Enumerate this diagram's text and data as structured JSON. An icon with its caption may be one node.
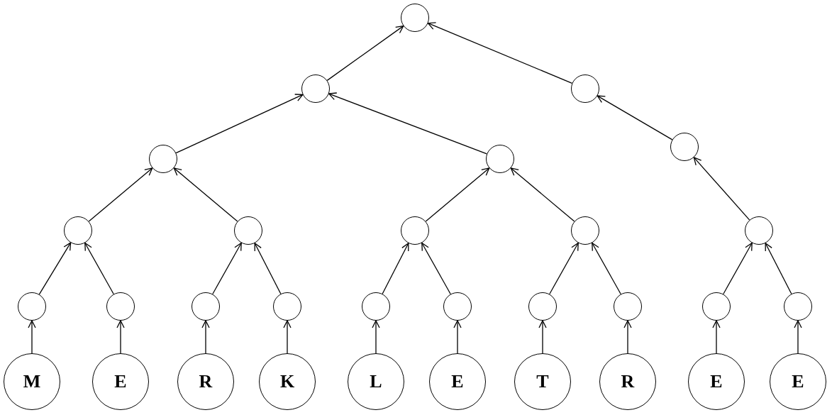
{
  "diagram": {
    "nodes": [
      {
        "text": [],
        "shape": "circle"
      },
      {
        "text": [],
        "shape": "circle"
      },
      {
        "text": [],
        "shape": "circle"
      },
      {
        "text": [],
        "shape": "circle"
      },
      {
        "text": [],
        "shape": "circle"
      },
      {
        "text": [],
        "shape": "circle"
      },
      {
        "text": [],
        "shape": "circle"
      },
      {
        "text": [],
        "shape": "circle"
      },
      {
        "text": [],
        "shape": "circle"
      },
      {
        "text": [],
        "shape": "circle"
      },
      {
        "text": [],
        "shape": "circle"
      },
      {
        "text": [],
        "shape": "circle"
      },
      {
        "text": [],
        "shape": "circle"
      },
      {
        "text": [],
        "shape": "circle"
      },
      {
        "text": [],
        "shape": "circle"
      },
      {
        "text": [],
        "shape": "circle"
      },
      {
        "text": [],
        "shape": "circle"
      },
      {
        "text": [],
        "shape": "circle"
      },
      {
        "text": [],
        "shape": "circle"
      },
      {
        "text": [],
        "shape": "circle"
      },
      {
        "text": [],
        "shape": "circle"
      },
      {
        "text": [
          "M"
        ]
      },
      {
        "text": [
          "E"
        ]
      },
      {
        "text": [
          "R"
        ]
      },
      {
        "text": [
          "K"
        ]
      },
      {
        "text": [
          "L"
        ]
      },
      {
        "text": [
          "E"
        ]
      },
      {
        "text": [
          "T"
        ]
      },
      {
        "text": [
          "R"
        ]
      },
      {
        "text": [
          "E"
        ]
      },
      {
        "text": [
          "E"
        ]
      }
    ],
    "edges": [
      {
        "from": 1,
        "to": 0,
        "arrow": "to"
      },
      {
        "from": 2,
        "to": 0,
        "arrow": "to"
      },
      {
        "from": 3,
        "to": 1,
        "arrow": "to"
      },
      {
        "from": 4,
        "to": 1,
        "arrow": "to"
      },
      {
        "from": 5,
        "to": 2,
        "arrow": "to"
      },
      {
        "from": 6,
        "to": 3,
        "arrow": "to"
      },
      {
        "from": 7,
        "to": 3,
        "arrow": "to"
      },
      {
        "from": 8,
        "to": 4,
        "arrow": "to"
      },
      {
        "from": 9,
        "to": 4,
        "arrow": "to"
      },
      {
        "from": 10,
        "to": 5,
        "arrow": "to"
      },
      {
        "from": 11,
        "to": 6,
        "arrow": "to"
      },
      {
        "from": 12,
        "to": 6,
        "arrow": "to"
      },
      {
        "from": 13,
        "to": 7,
        "arrow": "to"
      },
      {
        "from": 14,
        "to": 7,
        "arrow": "to"
      },
      {
        "from": 15,
        "to": 8,
        "arrow": "to"
      },
      {
        "from": 16,
        "to": 8,
        "arrow": "to"
      },
      {
        "from": 17,
        "to": 9,
        "arrow": "to"
      },
      {
        "from": 18,
        "to": 9,
        "arrow": "to"
      },
      {
        "from": 19,
        "to": 10,
        "arrow": "to"
      },
      {
        "from": 20,
        "to": 10,
        "arrow": "to"
      },
      {
        "from": 21,
        "to": 11,
        "arrow": "to"
      },
      {
        "from": 22,
        "to": 12,
        "arrow": "to"
      },
      {
        "from": 23,
        "to": 13,
        "arrow": "to"
      },
      {
        "from": 24,
        "to": 14,
        "arrow": "to"
      },
      {
        "from": 25,
        "to": 15,
        "arrow": "to"
      },
      {
        "from": 26,
        "to": 16,
        "arrow": "to"
      },
      {
        "from": 27,
        "to": 17,
        "arrow": "to"
      },
      {
        "from": 28,
        "to": 18,
        "arrow": "to"
      },
      {
        "from": 29,
        "to": 19,
        "arrow": "to"
      },
      {
        "from": 30,
        "to": 20,
        "arrow": "to"
      }
    ]
  }
}
